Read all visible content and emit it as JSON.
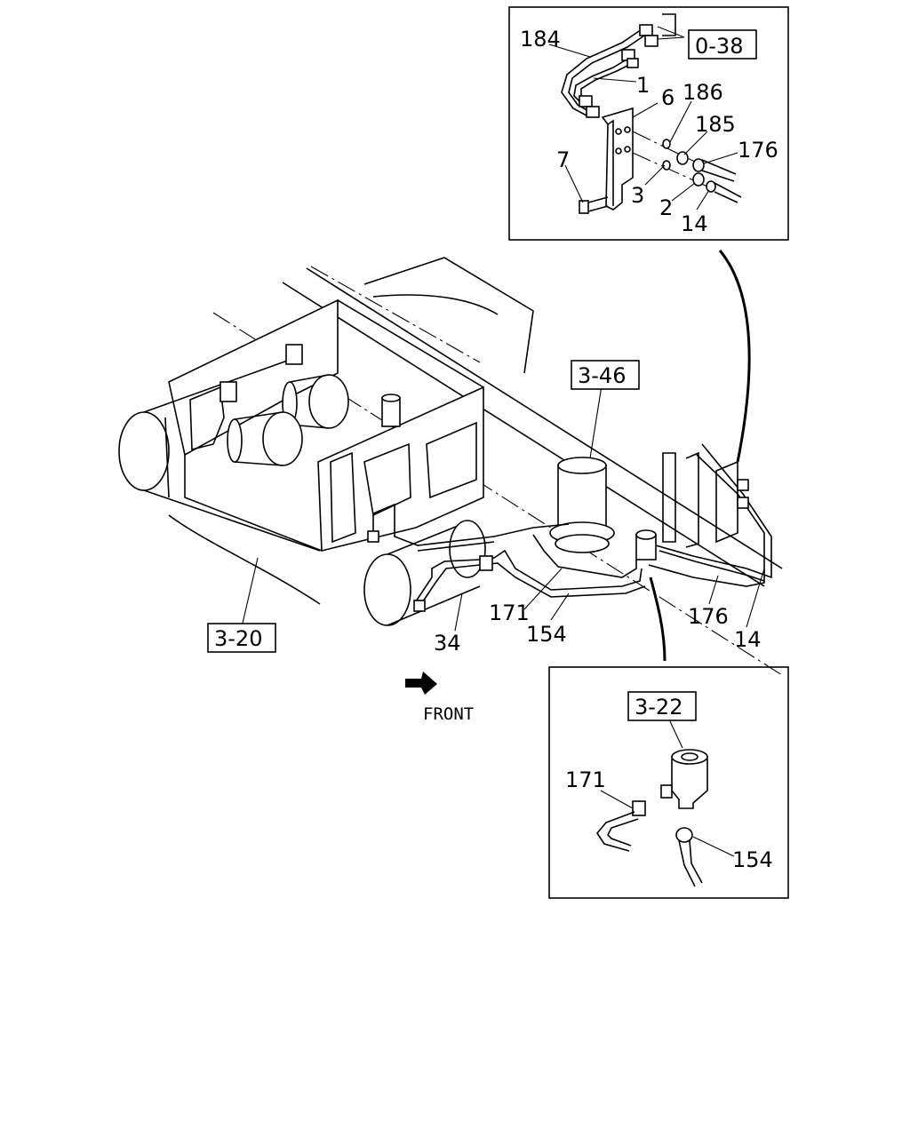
{
  "callouts": {
    "c184": "184",
    "c1": "1",
    "c186": "186",
    "c6": "6",
    "c185": "185",
    "c176a": "176",
    "c7": "7",
    "c3": "3",
    "c2": "2",
    "c14a": "14",
    "c171a": "171",
    "c154a": "154",
    "c34": "34",
    "c176b": "176",
    "c14b": "14",
    "c171b": "171",
    "c154b": "154"
  },
  "refs": {
    "r038": "0-38",
    "r346": "3-46",
    "r320": "3-20",
    "r322": "3-22"
  },
  "direction": {
    "label": "FRONT",
    "arrow": "front-arrow-icon"
  }
}
